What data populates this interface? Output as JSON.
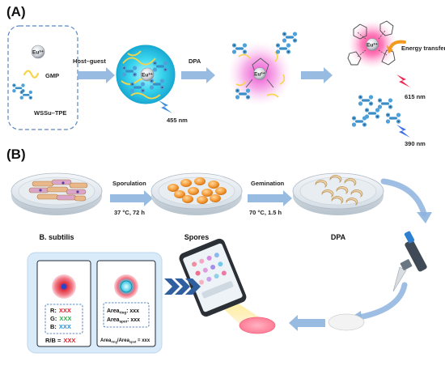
{
  "panel_a": {
    "label": "(A)",
    "legend": {
      "eu_ion": "Eu³⁺",
      "gmp": "GMP",
      "host": "WSSu–TPE"
    },
    "arrow_host_guest": "Host–guest",
    "arrow_dpa": "DPA",
    "aggregate_eu": "Eu³⁺",
    "complex_eu": "Eu³⁺",
    "final_eu": "Eu³⁺",
    "energy_transfer": "Energy transfer",
    "emission_455": "455 nm",
    "emission_615": "615 nm",
    "emission_390": "390 nm"
  },
  "panel_b": {
    "label": "(B)",
    "step_sporulation": "Sporulation",
    "cond_sporulation": "37 °C, 72 h",
    "step_germination": "Gemination",
    "cond_germination": "70 °C, 1.5 h",
    "dish1_label": "B. subtilis",
    "dish2_label": "Spores",
    "dish3_label": "DPA",
    "card_rgb": {
      "r_label": "R:",
      "r_value": "XXX",
      "g_label": "G:",
      "g_value": "XXX",
      "b_label": "B:",
      "b_value": "XXX",
      "ratio_label": "R/B =",
      "ratio_value": "XXX"
    },
    "card_area": {
      "area_ring": "Area",
      "area_ring_sub": "ring",
      "area_ring_value": ": xxx",
      "area_spot": "Area",
      "area_spot_sub": "spot",
      "area_spot_value": ": xxx",
      "ratio_ring": "Area",
      "ratio_ring_sub": "ring",
      "ratio_mid": "/Area",
      "ratio_spot_sub": "spot",
      "ratio_value": " = xxx"
    }
  },
  "colors": {
    "arrow_blue": "#8db4de",
    "red_value": "#e0202a",
    "green_value": "#2fae49",
    "blue_value": "#2c8fd6",
    "panel_bg": "#d9eaf8",
    "cyan_glow": "#2fd5e8",
    "pink_glow": "#ff4f9a"
  }
}
